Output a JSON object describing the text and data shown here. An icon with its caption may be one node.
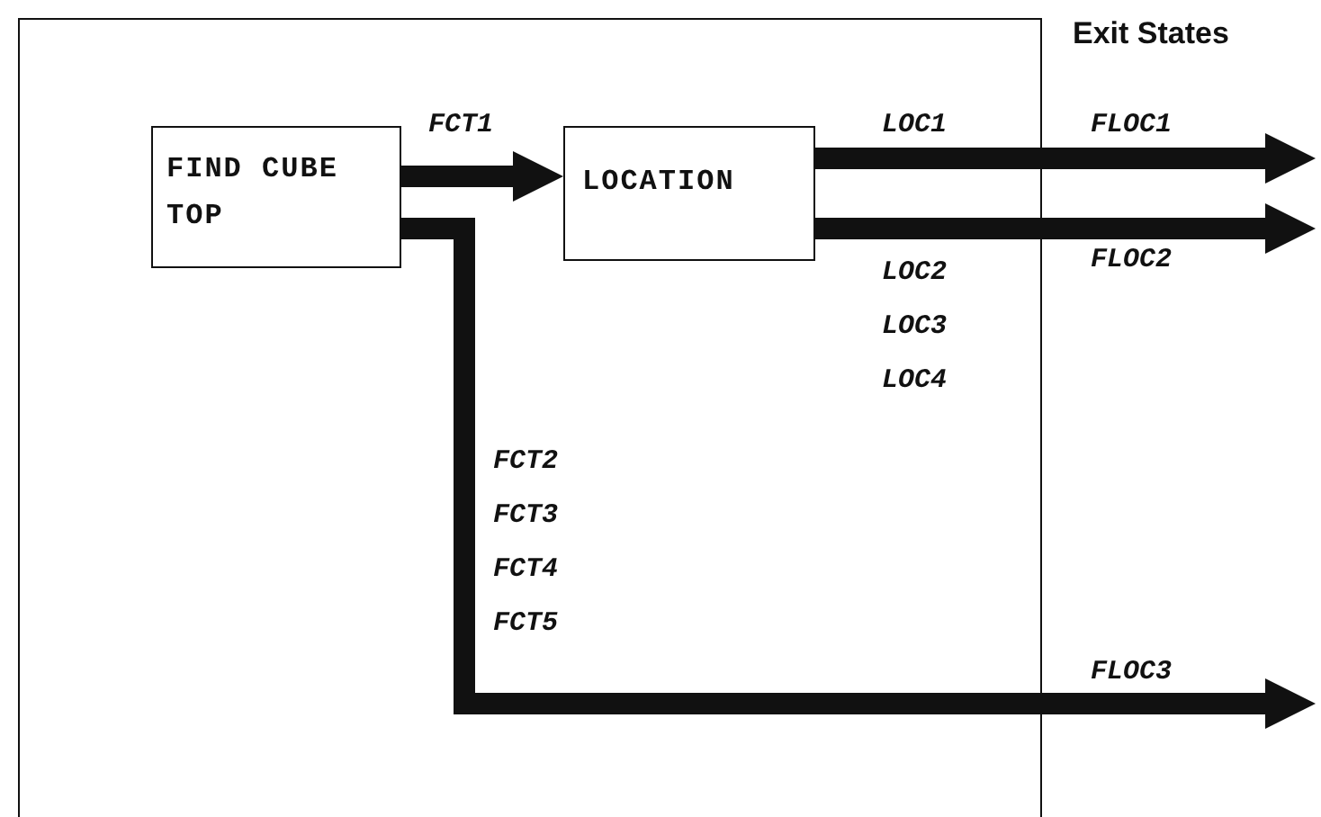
{
  "diagram": {
    "nodes": [
      {
        "text": [],
        "shape": "box"
      },
      {
        "text": [
          "FIND CUBE TOP"
        ],
        "in": 0
      },
      {
        "text": [
          "LOCATION"
        ],
        "in": 0
      }
    ],
    "edges": [
      {
        "from": 1,
        "to": 2,
        "arrow": "to",
        "label": "FCT1"
      },
      {
        "from": 2,
        "to": null,
        "arrow": "to",
        "label": "LOC1"
      },
      {
        "from": 2,
        "to": null,
        "arrow": "to",
        "label": "LOC2 LOC3 LOC4"
      },
      {
        "from": 1,
        "to": null,
        "arrow": "to",
        "label": "FCT2 FCT3 FCT4 FCT5"
      }
    ],
    "labels": [
      "Exit States",
      "FLOC1",
      "FLOC2",
      "FLOC3"
    ]
  }
}
